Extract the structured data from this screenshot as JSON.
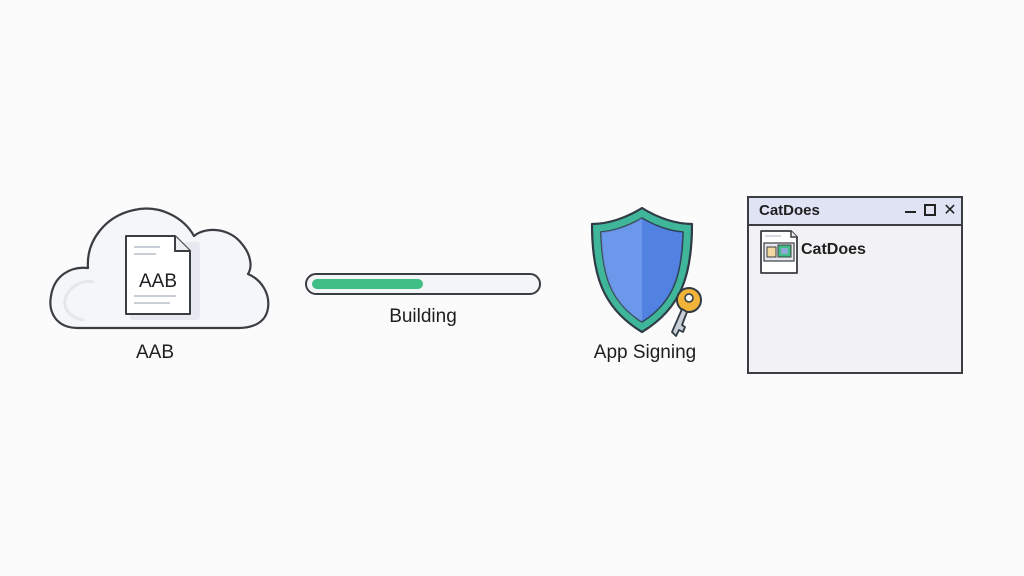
{
  "steps": {
    "aab": {
      "file_label": "AAB",
      "caption": "AAB",
      "icon": "cloud-file-icon"
    },
    "building": {
      "caption": "Building",
      "progress": 0.5,
      "fill_color": "#3fbf86"
    },
    "signing": {
      "caption": "App Signing",
      "icon": "shield-key-icon",
      "colors": {
        "shield_outer": "#3fb59a",
        "shield_inner": "#5b8de8",
        "key": "#f2b33b"
      }
    },
    "window": {
      "title": "CatDoes",
      "app_name": "CatDoes",
      "controls": [
        "minimize",
        "maximize",
        "close"
      ],
      "close_glyph": "✕",
      "titlebar_color": "#dfe3f4"
    }
  }
}
